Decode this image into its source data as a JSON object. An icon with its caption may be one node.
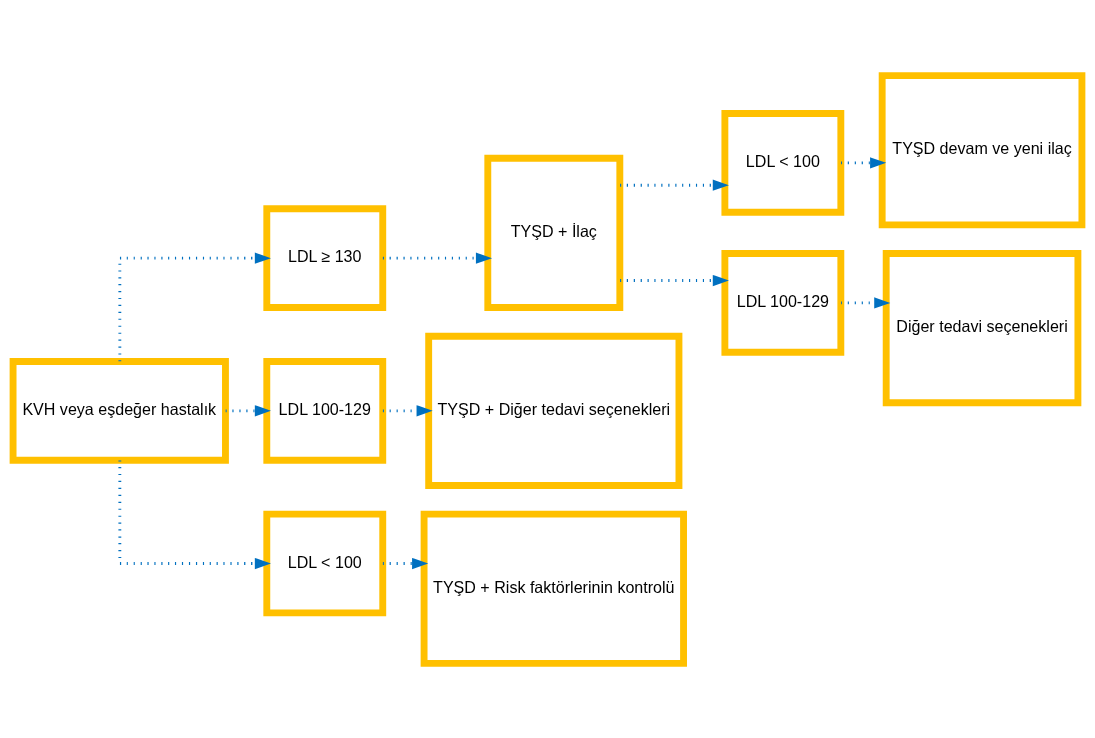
{
  "diagram": {
    "nodes": [
      {
        "text": [
          "KVH veya eşdeğer hastalık"
        ]
      },
      {
        "text": [
          "LDL ≥ 130"
        ]
      },
      {
        "text": [
          "LDL 100-129"
        ]
      },
      {
        "text": [
          "LDL < 100"
        ]
      },
      {
        "text": [
          "TYŞD + İlaç"
        ]
      },
      {
        "text": [
          "TYŞD + Diğer tedavi seçenekleri"
        ]
      },
      {
        "text": [
          "TYŞD + Risk faktörlerinin kontrolü"
        ]
      },
      {
        "text": [
          "LDL < 100"
        ]
      },
      {
        "text": [
          "LDL 100-129"
        ]
      },
      {
        "text": [
          "TYŞD devam ve yeni ilaç"
        ]
      },
      {
        "text": [
          "Diğer tedavi seçenekleri"
        ]
      }
    ],
    "edges": [
      {
        "from": 0,
        "to": 1,
        "arrow": "to",
        "style": "dashed"
      },
      {
        "from": 0,
        "to": 2,
        "arrow": "to",
        "style": "dashed"
      },
      {
        "from": 0,
        "to": 3,
        "arrow": "to",
        "style": "dashed"
      },
      {
        "from": 1,
        "to": 4,
        "arrow": "to",
        "style": "dashed"
      },
      {
        "from": 2,
        "to": 5,
        "arrow": "to",
        "style": "dashed"
      },
      {
        "from": 3,
        "to": 6,
        "arrow": "to",
        "style": "dashed"
      },
      {
        "from": 4,
        "to": 7,
        "arrow": "to",
        "style": "dashed"
      },
      {
        "from": 4,
        "to": 8,
        "arrow": "to",
        "style": "dashed"
      },
      {
        "from": 7,
        "to": 9,
        "arrow": "to",
        "style": "dashed"
      },
      {
        "from": 8,
        "to": 10,
        "arrow": "to",
        "style": "dashed"
      }
    ]
  }
}
